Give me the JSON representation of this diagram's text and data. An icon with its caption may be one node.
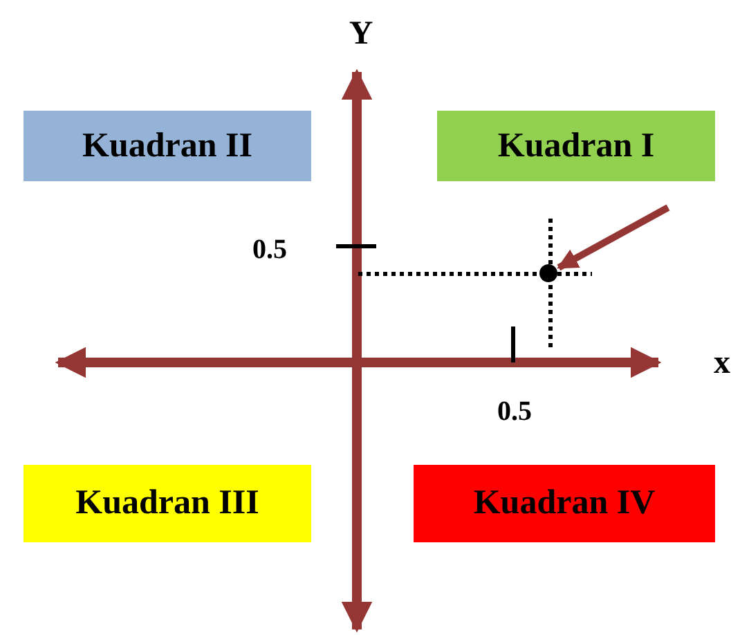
{
  "diagram": {
    "nodes": [
      {
        "text": [
          "Kuadran II"
        ]
      },
      {
        "text": [
          "Kuadran I"
        ]
      },
      {
        "text": [],
        "shape": "circle"
      },
      {
        "text": [
          "Kuadran III"
        ]
      },
      {
        "text": [
          "Kuadran IV"
        ]
      }
    ],
    "edges": [
      {
        "from": null,
        "to": 2,
        "arrow": "to"
      }
    ],
    "labels": [
      "Y",
      "0.5",
      "x",
      "0.5"
    ]
  }
}
